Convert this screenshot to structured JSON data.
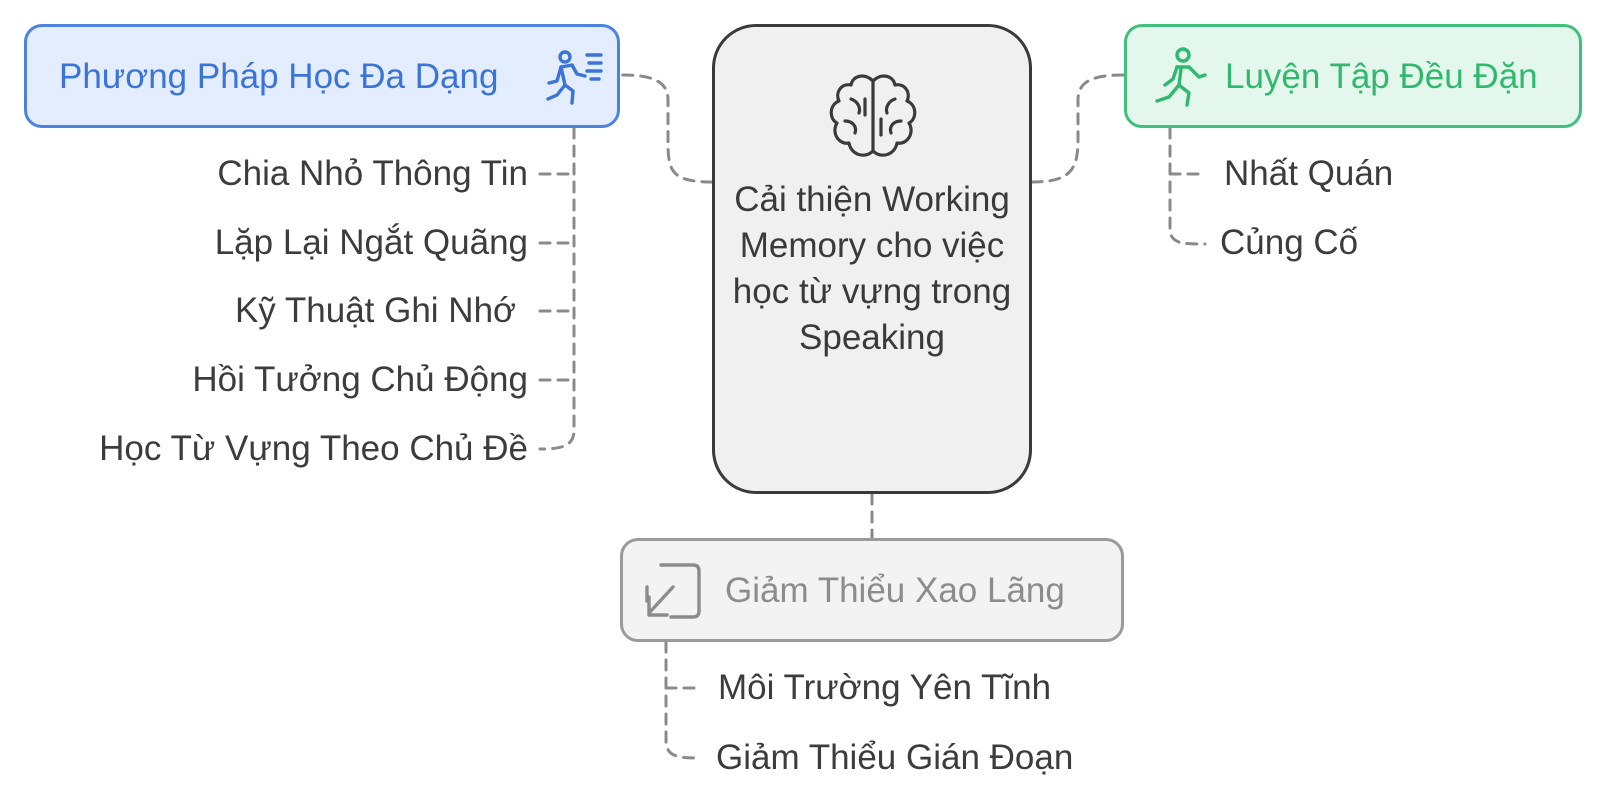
{
  "center": {
    "title": "Cải thiện Working Memory cho việc học từ vựng trong Speaking",
    "icon": "brain-icon"
  },
  "branches": {
    "left": {
      "title": "Phương Pháp Học Đa Dạng",
      "icon": "running-person-icon",
      "color": "#3b74d9",
      "fill": "#e3edfd",
      "items": [
        "Chia Nhỏ Thông Tin",
        "Lặp Lại Ngắt Quãng",
        "Kỹ Thuật Ghi Nhớ",
        "Hồi Tưởng Chủ Động",
        "Học Từ Vựng Theo Chủ Đề"
      ]
    },
    "right": {
      "title": "Luyện Tập Đều Đặn",
      "icon": "exercising-person-icon",
      "color": "#2fb86e",
      "fill": "#e4f7ec",
      "items": [
        "Nhất Quán",
        "Củng Cố"
      ]
    },
    "bottom": {
      "title": "Giảm Thiểu Xao Lãng",
      "icon": "minimize-arrow-icon",
      "color": "#8c8c8c",
      "fill": "#f3f3f3",
      "items": [
        "Môi Trường Yên Tĩnh",
        "Giảm Thiểu Gián Đoạn"
      ]
    }
  }
}
